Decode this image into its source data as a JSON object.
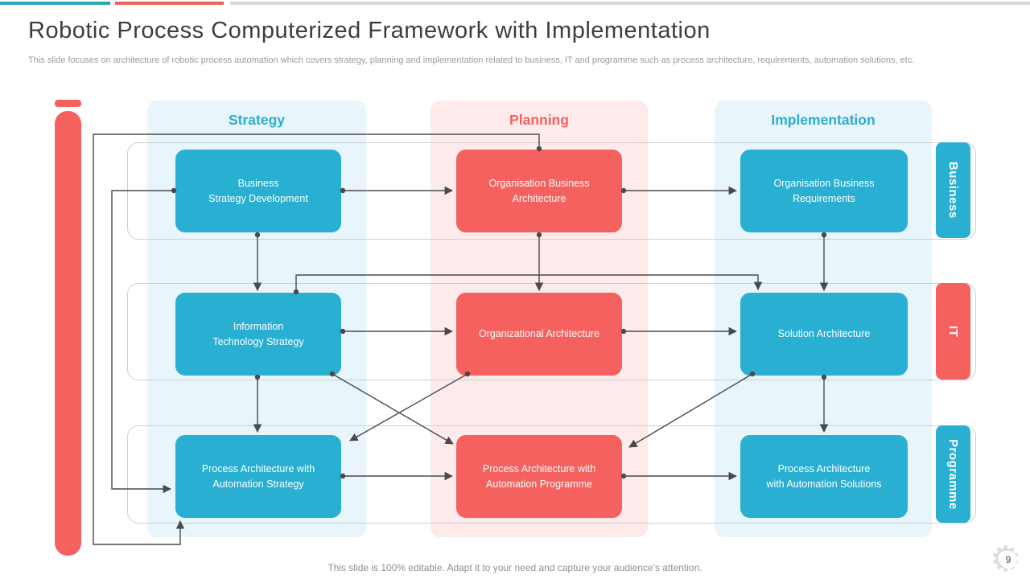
{
  "header": {
    "title": "Robotic Process Computerized Framework with Implementation",
    "subtitle": "This slide focuses on architecture of robotic process automation which covers strategy, planning and implementation related to business, IT and programme such as process architecture, requirements, automation solutions, etc."
  },
  "columns": [
    {
      "label": "Strategy"
    },
    {
      "label": "Planning"
    },
    {
      "label": "Implementation"
    }
  ],
  "rows": [
    {
      "label": "Business"
    },
    {
      "label": "IT"
    },
    {
      "label": "Programme"
    }
  ],
  "nodes": [
    {
      "lines": [
        "Business",
        "Strategy Development"
      ]
    },
    {
      "lines": [
        "Organisation Business",
        "Architecture"
      ]
    },
    {
      "lines": [
        "Organisation Business",
        "Requirements"
      ]
    },
    {
      "lines": [
        "Information",
        "Technology Strategy"
      ]
    },
    {
      "lines": [
        "Organizational Architecture"
      ]
    },
    {
      "lines": [
        "Solution Architecture"
      ]
    },
    {
      "lines": [
        "Process Architecture with",
        "Automation Strategy"
      ]
    },
    {
      "lines": [
        "Process Architecture with",
        "Automation Programme"
      ]
    },
    {
      "lines": [
        "Process Architecture",
        "with Automation Solutions"
      ]
    }
  ],
  "footer": {
    "note": "This slide is 100% editable. Adapt it to your need and capture your audience's attention.",
    "page_number": "9"
  },
  "colors": {
    "node_blue": "#29AFD2",
    "node_red": "#F4615E",
    "band_blue": "#E8F5FA",
    "band_pink": "#FDEBEB",
    "accent_teal": "#2BA6B5",
    "accent_red": "#ED615E",
    "accent_gray": "#D9D9D9",
    "connector": "#4A4A4A"
  }
}
